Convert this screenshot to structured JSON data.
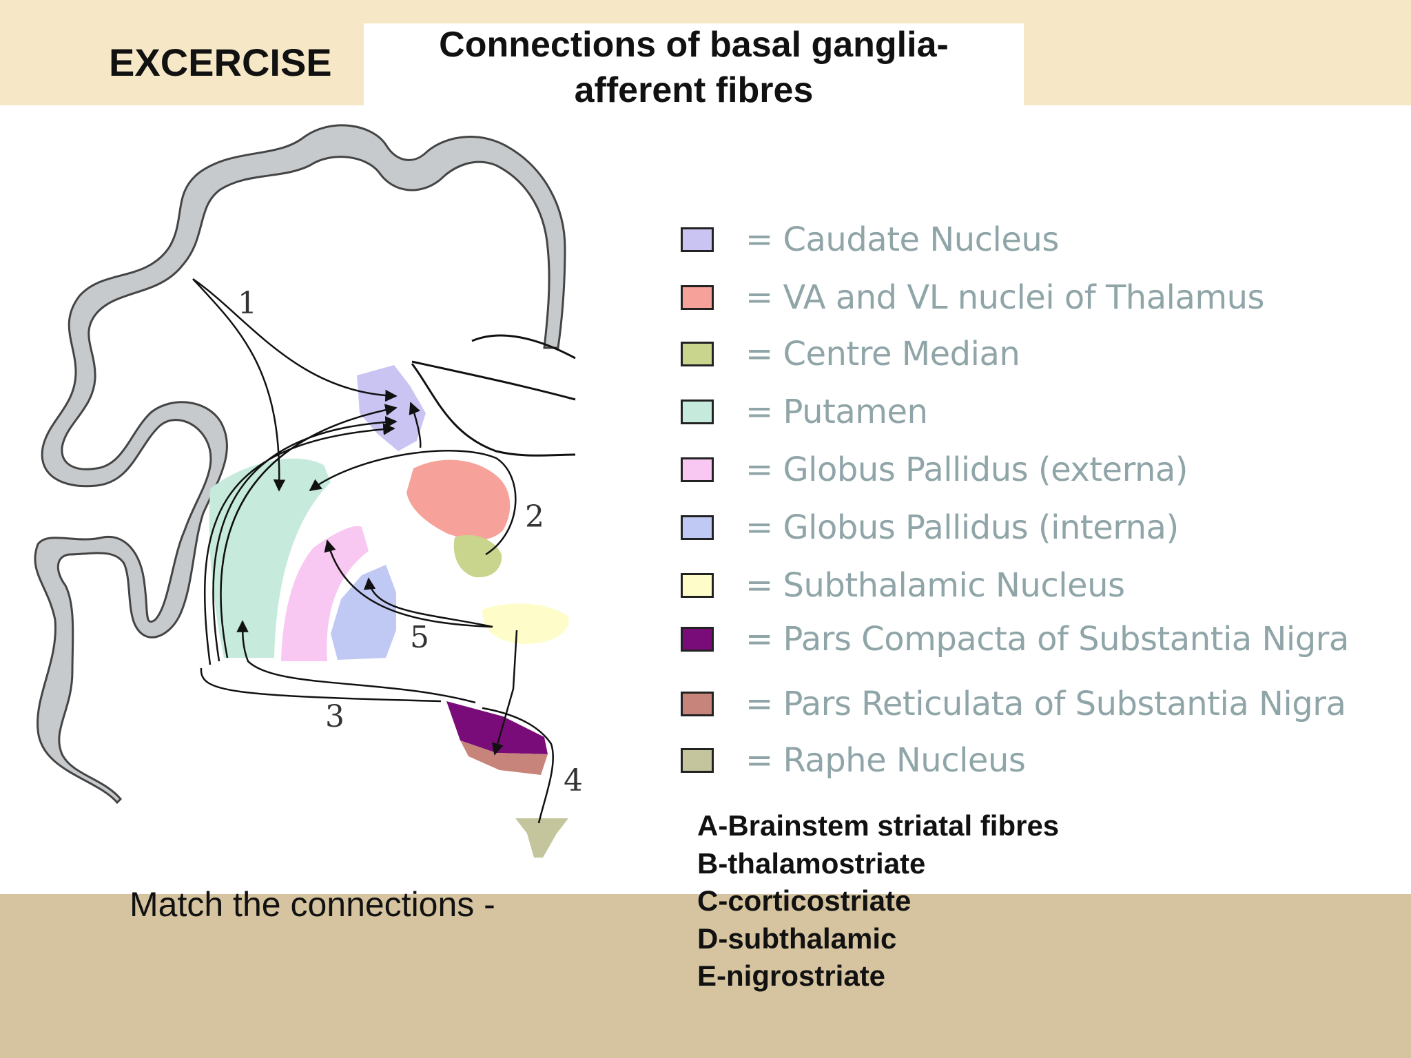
{
  "header": {
    "exercise_label": "EXCERCISE",
    "title_line1": "Connections of basal ganglia-",
    "title_line2": "afferent fibres"
  },
  "diagram": {
    "pathway_numbers": [
      "1",
      "2",
      "3",
      "4",
      "5"
    ]
  },
  "legend": [
    {
      "label": "= Caudate Nucleus",
      "color": "#c9c4f2"
    },
    {
      "label": "= VA and VL nuclei of Thalamus",
      "color": "#f6a29b"
    },
    {
      "label": "= Centre Median",
      "color": "#c9d58d"
    },
    {
      "label": "= Putamen",
      "color": "#c6ebdc"
    },
    {
      "label": "= Globus Pallidus (externa)",
      "color": "#f8c8f2"
    },
    {
      "label": "= Globus Pallidus (interna)",
      "color": "#c0c9f4"
    },
    {
      "label": "= Subthalamic Nucleus",
      "color": "#fefdca"
    },
    {
      "label": "= Pars Compacta of Substantia Nigra",
      "color": "#7a0c7a"
    },
    {
      "label": "= Pars Reticulata of Substantia Nigra",
      "color": "#c7847a"
    },
    {
      "label": "= Raphe Nucleus",
      "color": "#c4c59c"
    }
  ],
  "exercise": {
    "prompt": "Match the connections -",
    "options": [
      "A-Brainstem striatal fibres",
      "B-thalamostriate",
      "C-corticostriate",
      "D-subthalamic",
      "E-nigrostriate"
    ]
  }
}
